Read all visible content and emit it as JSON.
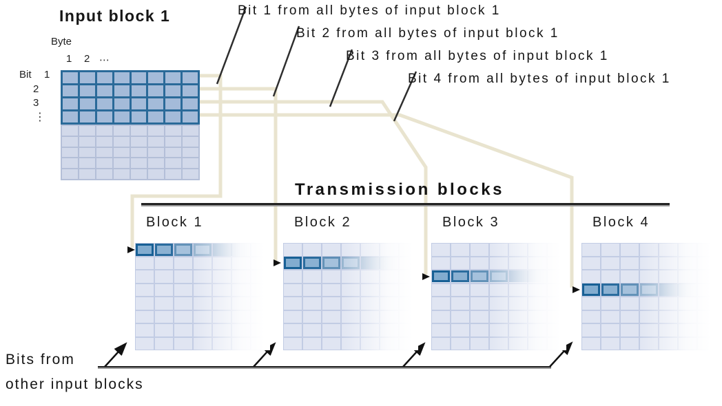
{
  "input_block": {
    "title": "Input block 1",
    "byte_label": "Byte",
    "byte_numbers": [
      "1",
      "2"
    ],
    "byte_ellipsis": "⋯",
    "bit_label": "Bit",
    "bit_numbers": [
      "1",
      "2",
      "3"
    ],
    "bit_ellipsis": "⋮",
    "grid": {
      "cols": 8,
      "highlighted_rows": 4,
      "plain_rows": 5
    }
  },
  "callouts": [
    "Bit 1 from all bytes of input block 1",
    "Bit 2 from all bytes of input block 1",
    "Bit 3 from all bytes of input block 1",
    "Bit 4 from all bytes of input block 1"
  ],
  "transmission": {
    "title": "Transmission blocks",
    "blocks": [
      {
        "label": "Block 1",
        "highlighted_row": 1
      },
      {
        "label": "Block 2",
        "highlighted_row": 2
      },
      {
        "label": "Block 3",
        "highlighted_row": 3
      },
      {
        "label": "Block 4",
        "highlighted_row": 4
      }
    ],
    "grid": {
      "rows": 8,
      "cols": 7,
      "highlighted_cells": 4
    }
  },
  "footnote": {
    "line1": "Bits from",
    "line2": "other input blocks"
  },
  "colors": {
    "input_highlight_fill": "#a4bbd9",
    "input_highlight_border": "#2a6a99",
    "plain_fill": "#d2d9ea",
    "plain_border": "#b4bfd8",
    "trans_plain_fill": "#e0e5f2",
    "trans_plain_border": "#c2cce4",
    "trans_highlight_fill": "#82accf",
    "trans_highlight_border": "#176095",
    "connector": "#e9e4cf",
    "text": "#141414"
  }
}
